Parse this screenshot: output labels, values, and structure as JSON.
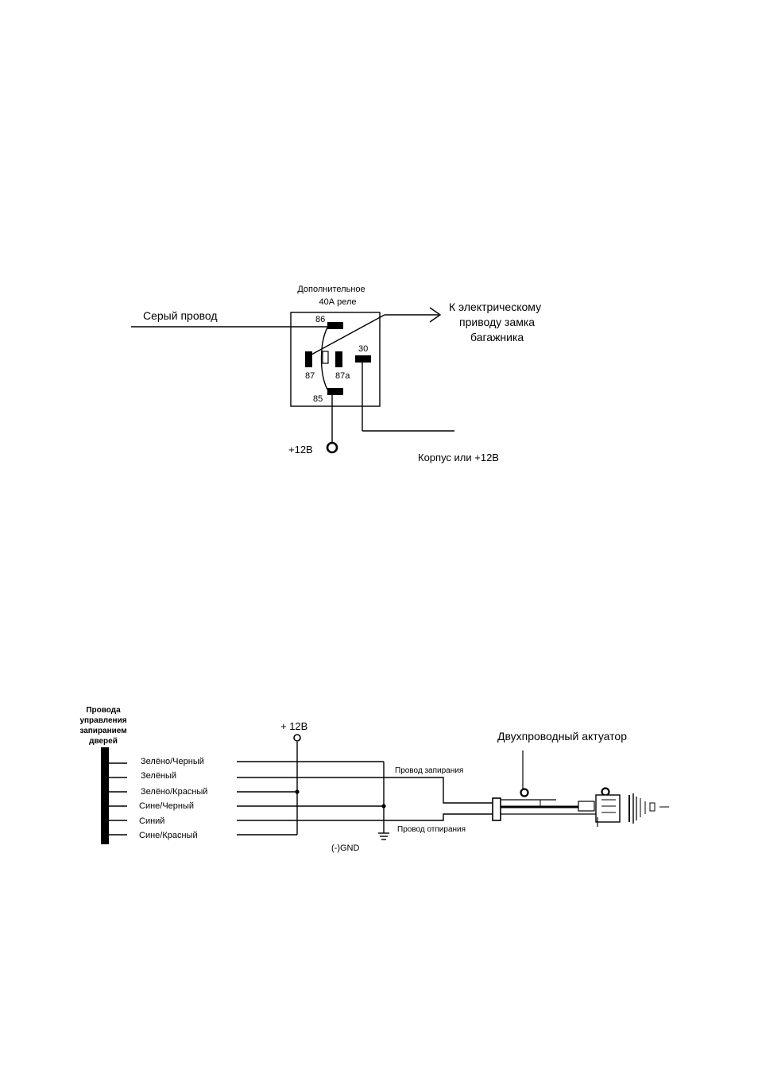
{
  "relay_diagram": {
    "relay_title_line1": "Дополнительное",
    "relay_title_line2": "40А реле",
    "gray_wire": "Серый провод",
    "output_line1": "К электрическому",
    "output_line2": "приводу замка",
    "output_line3": "багажника",
    "pin_86": "86",
    "pin_87": "87",
    "pin_87a": "87a",
    "pin_30": "30",
    "pin_85": "85",
    "plus12": "+12В",
    "ground_or_12": "Корпус или +12В"
  },
  "door_diagram": {
    "harness_line1": "Провода",
    "harness_line2": "управления",
    "harness_line3": "запиранием",
    "harness_line4": "дверей",
    "wires": [
      "Зелёно/Черный",
      "Зелёный",
      "Зелёно/Красный",
      "Сине/Черный",
      "Синий",
      "Сине/Красный"
    ],
    "plus12": "+ 12В",
    "actuator": "Двухпроводный актуатор",
    "lock_wire": "Провод запирания",
    "unlock_wire": "Провод отпирания",
    "gnd": "(-)GND"
  }
}
